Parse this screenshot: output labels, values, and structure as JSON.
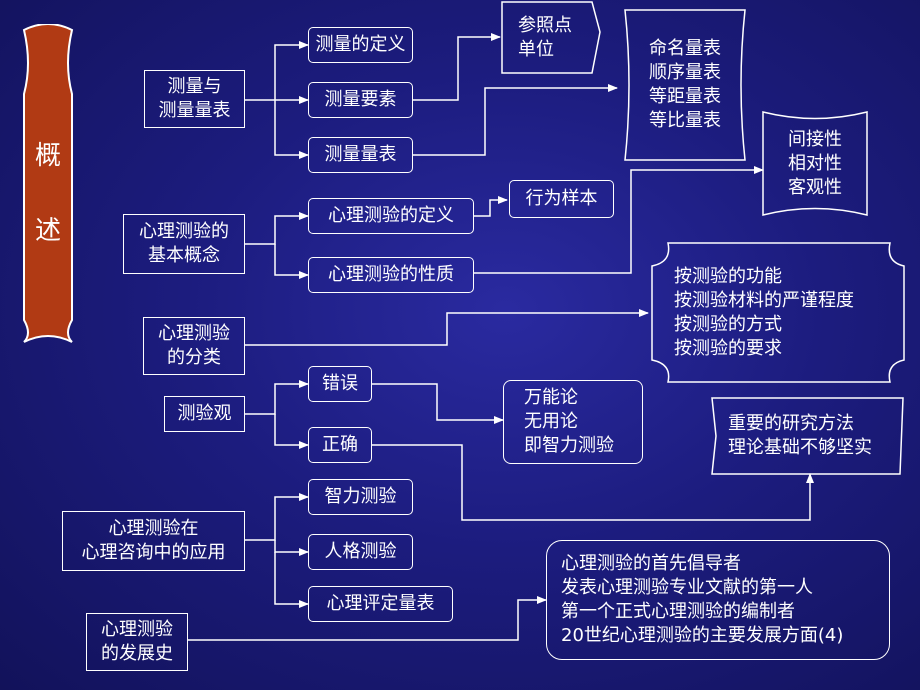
{
  "banner": {
    "char1": "概",
    "char2": "述"
  },
  "nodes": {
    "measure_and_scale": [
      "测量与",
      "测量量表"
    ],
    "measure_definition": "测量的定义",
    "measure_elements": "测量要素",
    "measure_scale": "测量量表",
    "reference_unit": [
      "参照点",
      "单位"
    ],
    "scale_types": [
      "命名量表",
      "顺序量表",
      "等距量表",
      "等比量表"
    ],
    "basic_concepts": [
      "心理测验的",
      "基本概念"
    ],
    "test_definition": "心理测验的定义",
    "behavior_sample": "行为样本",
    "test_properties": "心理测验的性质",
    "properties_list": [
      "间接性",
      "相对性",
      "客观性"
    ],
    "classification": [
      "心理测验",
      "的分类"
    ],
    "classification_list": [
      "按测验的功能",
      "按测验材料的严谨程度",
      "按测验的方式",
      "按测验的要求"
    ],
    "test_views": "测验观",
    "wrong": "错误",
    "correct": "正确",
    "wrong_views": [
      "万能论",
      "无用论",
      "即智力测验"
    ],
    "correct_views": [
      "重要的研究方法",
      "理论基础不够坚实"
    ],
    "counseling_application": [
      "心理测验在",
      "心理咨询中的应用"
    ],
    "intelligence_test": "智力测验",
    "personality_test": "人格测验",
    "rating_scale": "心理评定量表",
    "history": [
      "心理测验",
      "的发展史"
    ],
    "history_list": [
      "心理测验的首先倡导者",
      "发表心理测验专业文献的第一人",
      "第一个正式心理测验的编制者",
      "20世纪心理测验的主要发展方面(4)"
    ]
  }
}
